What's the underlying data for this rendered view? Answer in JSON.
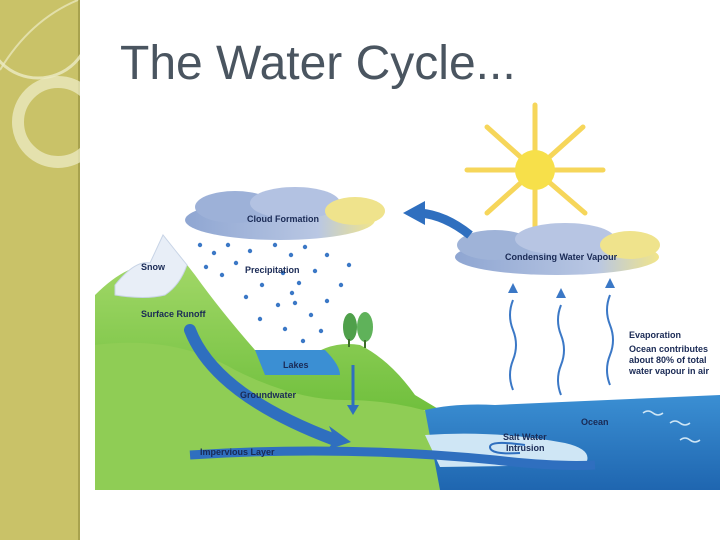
{
  "slide": {
    "title": "The Water Cycle..."
  },
  "diagram": {
    "labels": {
      "cloud_formation": "Cloud Formation",
      "snow": "Snow",
      "precipitation": "Precipitation",
      "condensing_water_vapour": "Condensing Water Vapour",
      "surface_runoff": "Surface Runoff",
      "evaporation": "Evaporation",
      "ocean_note_1": "Ocean contributes",
      "ocean_note_2": "about 80% of total",
      "ocean_note_3": "water vapour in air",
      "lakes": "Lakes",
      "groundwater": "Groundwater",
      "ocean": "Ocean",
      "salt_water_1": "Salt Water",
      "salt_water_2": "Intrusion",
      "impervious_layer": "Impervious Layer"
    },
    "colors": {
      "sky": "#ffffff",
      "hill": "#7cc242",
      "hill_light": "#a6d86a",
      "water": "#2a7fc4",
      "water_light": "#7fc0e8",
      "cloud": "#9fb4d8",
      "cloud_yellow": "#f3e88a",
      "sun": "#f7e04a",
      "label": "#1a2a55",
      "ground_arrow": "#2f6fbf"
    }
  }
}
